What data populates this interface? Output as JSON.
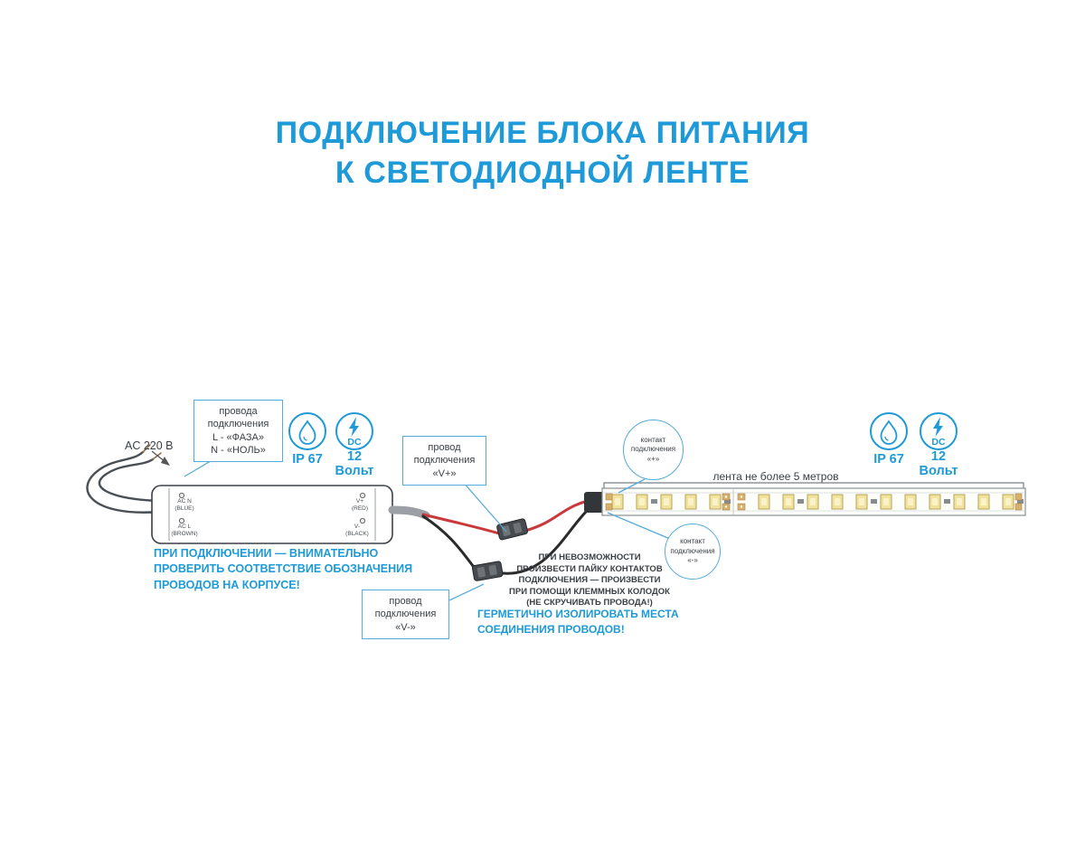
{
  "colors": {
    "accent": "#1d9ad7",
    "accent-light": "#55abd9",
    "text-dark": "#3a3f44"
  },
  "title": {
    "line1": "ПОДКЛЮЧЕНИЕ БЛОКА ПИТАНИЯ",
    "line2": "К СВЕТОДИОДНОЙ ЛЕНТЕ"
  },
  "badges": {
    "ip": "IP 67",
    "dc": "DC",
    "voltage": "12\nВольт"
  },
  "callouts": {
    "ac_input": "AC 220 В",
    "input_wires": "провода\nподключения\nL - «ФАЗА»\nN - «НОЛЬ»",
    "v_plus": "провод\nподключения\n«V+»",
    "v_minus": "провод\nподключения\n«V-»",
    "contact_plus": "контакт\nподключения\n«+»",
    "contact_minus": "контакт\nподключения\n«-»"
  },
  "notes": {
    "psu_check": "ПРИ ПОДКЛЮЧЕНИИ — ВНИМАТЕЛЬНО\nПРОВЕРИТЬ СООТВЕТСТВИЕ ОБОЗНАЧЕНИЯ\nПРОВОДОВ НА КОРПУСЕ!",
    "solder": "ПРИ НЕВОЗМОЖНОСТИ\nПРОИЗВЕСТИ ПАЙКУ КОНТАКТОВ\nПОДКЛЮЧЕНИЯ — ПРОИЗВЕСТИ\nПРИ ПОМОЩИ КЛЕММНЫХ КОЛОДОК\n(НЕ СКРУЧИВАТЬ ПРОВОДА!)",
    "seal": "ГЕРМЕТИЧНО ИЗОЛИРОВАТЬ МЕСТА\nСОЕДИНЕНИЯ ПРОВОДОВ!"
  },
  "strip": {
    "length_note": "лента не более 5 метров"
  },
  "psu": {
    "terminal_acn": "AC N\n(BLUE)",
    "terminal_acl": "AC L\n(BROWN)",
    "terminal_vplus": "V+\n(RED)",
    "terminal_vminus": "V-\n(BLACK)"
  }
}
